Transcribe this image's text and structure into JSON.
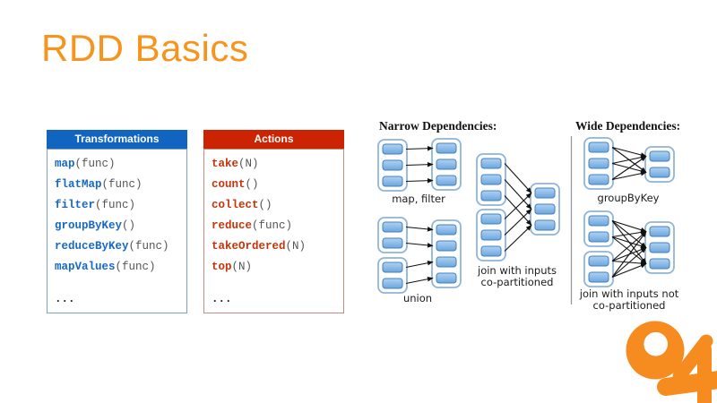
{
  "slide": {
    "title": "RDD Basics"
  },
  "colors": {
    "title_orange": "#F7941D",
    "logo_orange": "#F68B1F",
    "transformations_header_bg": "#1165C1",
    "transformations_keyword": "#1668C4",
    "actions_header_bg": "#CC2403",
    "actions_keyword": "#C5340A",
    "partition_fill_top": "#AFD2F2",
    "partition_fill_bottom": "#6CA6DE",
    "partition_border": "#4380BC",
    "rdd_container_border": "#8FB4DA",
    "arrow_color": "#111111"
  },
  "tables": {
    "transformations": {
      "header": "Transformations",
      "items": [
        {
          "name": "map",
          "args": "(func)"
        },
        {
          "name": "flatMap",
          "args": "(func)"
        },
        {
          "name": "filter",
          "args": "(func)"
        },
        {
          "name": "groupByKey",
          "args": "()"
        },
        {
          "name": "reduceByKey",
          "args": "(func)"
        },
        {
          "name": "mapValues",
          "args": "(func)"
        }
      ],
      "more": "..."
    },
    "actions": {
      "header": "Actions",
      "items": [
        {
          "name": "take",
          "args": "(N)"
        },
        {
          "name": "count",
          "args": "()"
        },
        {
          "name": "collect",
          "args": "()"
        },
        {
          "name": "reduce",
          "args": "(func)"
        },
        {
          "name": "takeOrdered",
          "args": "(N)"
        },
        {
          "name": "top",
          "args": "(N)"
        }
      ],
      "more": "..."
    }
  },
  "diagram": {
    "narrow_header": "Narrow Dependencies:",
    "wide_header": "Wide Dependencies:",
    "figures": [
      {
        "id": "map_filter",
        "label_lines": [
          "map, filter"
        ],
        "left_groups": [
          3
        ],
        "right_partitions": 3,
        "mapping": "one-to-one"
      },
      {
        "id": "union",
        "label_lines": [
          "union"
        ],
        "left_groups": [
          2,
          2
        ],
        "right_partitions": 4,
        "mapping": "one-to-one"
      },
      {
        "id": "join_co",
        "label_lines": [
          "join with inputs",
          "co-partitioned"
        ],
        "left_groups": [
          3,
          3
        ],
        "right_partitions": 3,
        "mapping": "by-index"
      },
      {
        "id": "groupByKey",
        "label_lines": [
          "groupByKey"
        ],
        "left_groups": [
          3
        ],
        "right_partitions": 2,
        "mapping": "all-to-all"
      },
      {
        "id": "join_not_co",
        "label_lines": [
          "join with inputs not",
          "co-partitioned"
        ],
        "left_groups": [
          2,
          2
        ],
        "right_partitions": 3,
        "mapping": "all-to-all"
      }
    ]
  },
  "logo": {
    "icon": "ok-logo"
  }
}
